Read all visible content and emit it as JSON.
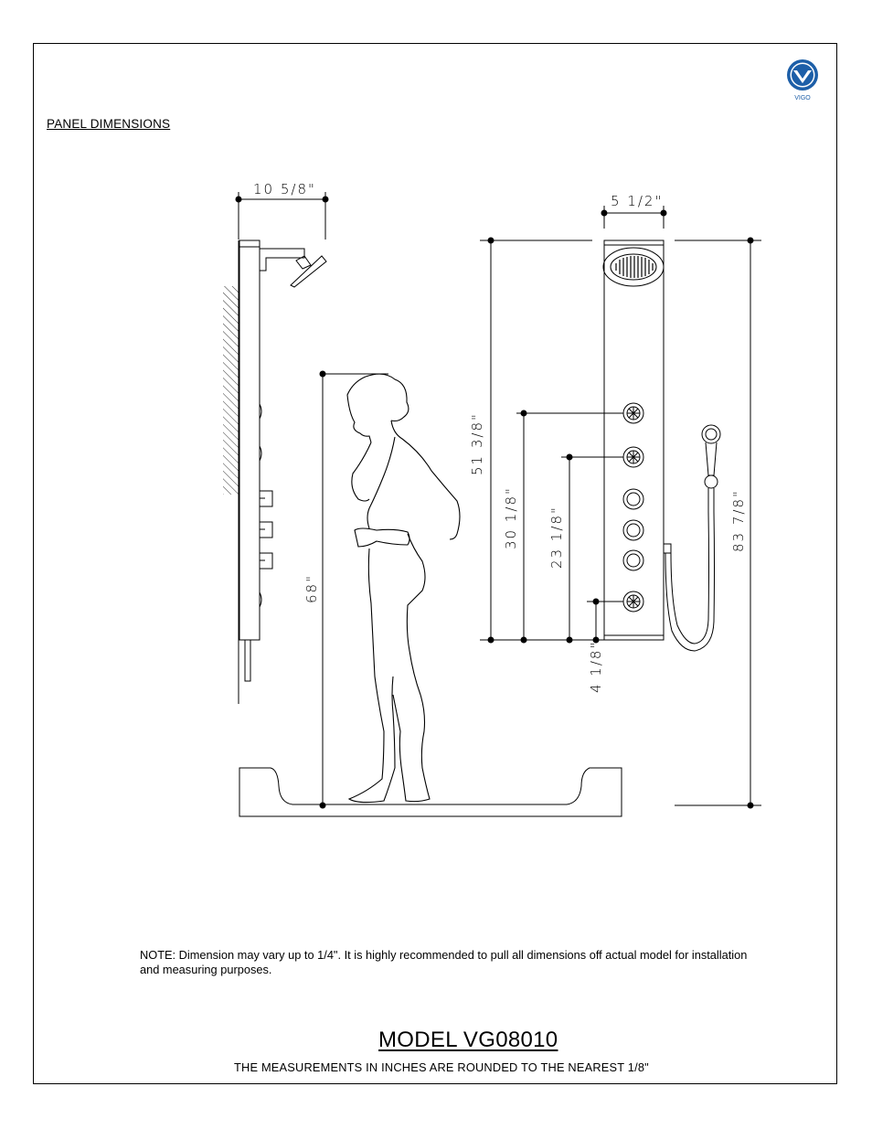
{
  "header": {
    "section_title": "PANEL DIMENSIONS",
    "logo_text": "VIGO"
  },
  "dimensions": {
    "side_depth": "10 5/8\"",
    "panel_width": "5 1/2\"",
    "person_height": "68\"",
    "jet_top": "51 3/8\"",
    "jet_second": "30 1/8\"",
    "jet_third": "23 1/8\"",
    "jet_bottom": "4 1/8\"",
    "total_height": "83 7/8\""
  },
  "note": "NOTE: Dimension may vary up to 1/4\".  It is highly recommended to pull all dimensions off actual model for installation and measuring purposes.",
  "model": "MODEL VG08010",
  "footnote": "THE MEASUREMENTS IN INCHES ARE ROUNDED TO THE NEAREST 1/8\"",
  "colors": {
    "logo": "#1d5fa8",
    "line": "#000000"
  }
}
